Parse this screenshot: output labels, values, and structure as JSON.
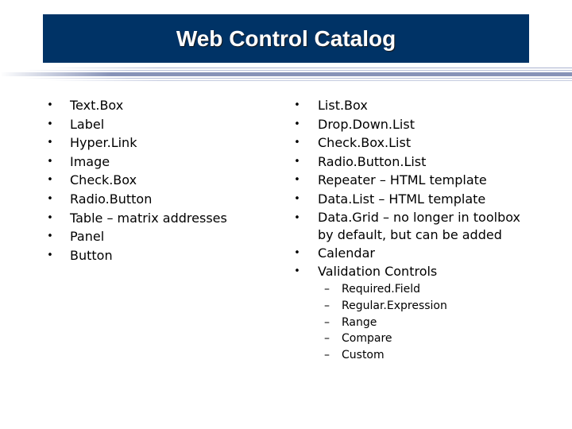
{
  "title": "Web Control Catalog",
  "colors": {
    "title_bar": "#003366",
    "title_text": "#ffffff",
    "rule": "#8793b8"
  },
  "left_list": [
    {
      "bullet": "•",
      "label": "Text.Box"
    },
    {
      "bullet": "•",
      "label": "Label"
    },
    {
      "bullet": "•",
      "label": "Hyper.Link"
    },
    {
      "bullet": "•",
      "label": "Image"
    },
    {
      "bullet": "•",
      "label": "Check.Box"
    },
    {
      "bullet": "•",
      "label": "Radio.Button"
    },
    {
      "bullet": "•",
      "label": "Table – matrix addresses"
    },
    {
      "bullet": "•",
      "label": "Panel"
    },
    {
      "bullet": "•",
      "label": "Button"
    }
  ],
  "right_list": [
    {
      "bullet": "•",
      "label": "List.Box"
    },
    {
      "bullet": "•",
      "label": "Drop.Down.List"
    },
    {
      "bullet": "•",
      "label": "Check.Box.List"
    },
    {
      "bullet": "•",
      "label": "Radio.Button.List"
    },
    {
      "bullet": "•",
      "label": "Repeater – HTML template"
    },
    {
      "bullet": "•",
      "label": "Data.List – HTML template"
    },
    {
      "bullet": "•",
      "label": "Data.Grid – no longer in toolbox by default, but can be added"
    },
    {
      "bullet": "•",
      "label": "Calendar"
    },
    {
      "bullet": "•",
      "label": "Validation Controls"
    }
  ],
  "validation_sublist": [
    {
      "dash": "–",
      "label": "Required.Field"
    },
    {
      "dash": "–",
      "label": "Regular.Expression"
    },
    {
      "dash": "–",
      "label": "Range"
    },
    {
      "dash": "–",
      "label": "Compare"
    },
    {
      "dash": "–",
      "label": "Custom"
    }
  ]
}
